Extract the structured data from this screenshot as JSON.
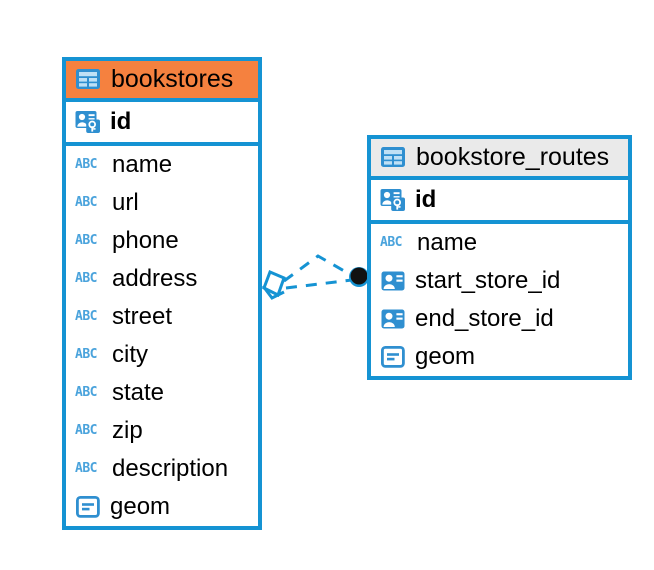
{
  "diagram": {
    "title": "Database entity relationship diagram",
    "colors": {
      "accent_blue": "#1593D3",
      "header_orange": "#F5813F",
      "header_gray": "#EAEAEA",
      "icon_blue": "#4AA3DC",
      "connector_endpoint": "#111111",
      "background": "#FFFFFF"
    }
  },
  "entities": [
    {
      "id": "bookstores",
      "name": "bookstores",
      "header_icon": "table-icon",
      "header_style": "accent-orange",
      "fields": [
        {
          "name": "id",
          "icon": "primary-key-icon",
          "bold": true,
          "key": "primary"
        },
        {
          "name": "name",
          "icon": "abc-text-icon",
          "bold": false,
          "key": "none"
        },
        {
          "name": "url",
          "icon": "abc-text-icon",
          "bold": false,
          "key": "none"
        },
        {
          "name": "phone",
          "icon": "abc-text-icon",
          "bold": false,
          "key": "none"
        },
        {
          "name": "address",
          "icon": "abc-text-icon",
          "bold": false,
          "key": "none"
        },
        {
          "name": "street",
          "icon": "abc-text-icon",
          "bold": false,
          "key": "none"
        },
        {
          "name": "city",
          "icon": "abc-text-icon",
          "bold": false,
          "key": "none"
        },
        {
          "name": "state",
          "icon": "abc-text-icon",
          "bold": false,
          "key": "none"
        },
        {
          "name": "zip",
          "icon": "abc-text-icon",
          "bold": false,
          "key": "none"
        },
        {
          "name": "description",
          "icon": "abc-text-icon",
          "bold": false,
          "key": "none"
        },
        {
          "name": "geom",
          "icon": "geometry-icon",
          "bold": false,
          "key": "none"
        }
      ]
    },
    {
      "id": "bookstore_routes",
      "name": "bookstore_routes",
      "header_icon": "table-icon",
      "header_style": "accent-gray",
      "fields": [
        {
          "name": "id",
          "icon": "primary-key-icon",
          "bold": true,
          "key": "primary"
        },
        {
          "name": "name",
          "icon": "abc-text-icon",
          "bold": false,
          "key": "none"
        },
        {
          "name": "start_store_id",
          "icon": "foreign-key-icon",
          "bold": false,
          "key": "foreign"
        },
        {
          "name": "end_store_id",
          "icon": "foreign-key-icon",
          "bold": false,
          "key": "foreign"
        },
        {
          "name": "geom",
          "icon": "geometry-icon",
          "bold": false,
          "key": "none"
        }
      ]
    }
  ],
  "abc_label": "ABC",
  "relationship": {
    "from_entity": "bookstores",
    "to_entity": "bookstore_routes",
    "style": "dashed",
    "source_marker": "diamond-marker",
    "target_marker": "filled-circle-marker"
  }
}
